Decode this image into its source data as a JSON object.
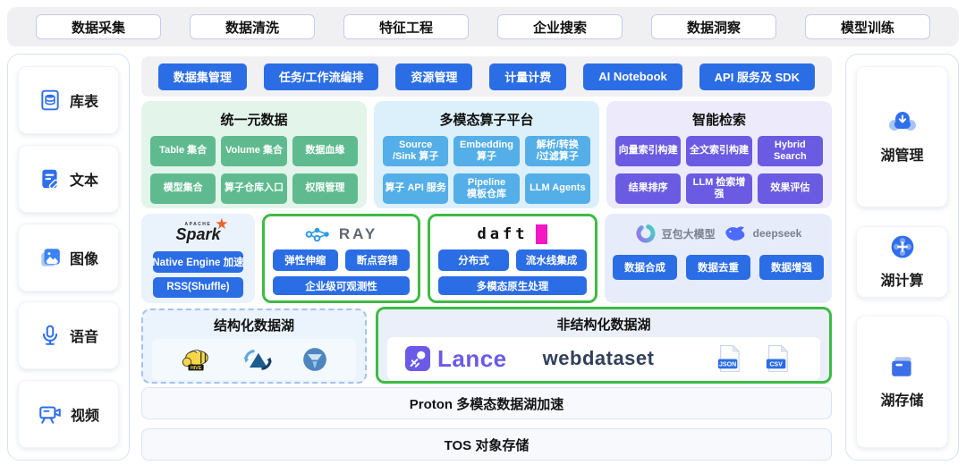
{
  "top_tabs": {
    "items": [
      "数据采集",
      "数据清洗",
      "特征工程",
      "企业搜索",
      "数据洞察",
      "模型训练"
    ]
  },
  "left_sidebar": {
    "items": [
      {
        "label": "库表",
        "icon": "database-document-icon"
      },
      {
        "label": "文本",
        "icon": "text-document-icon"
      },
      {
        "label": "图像",
        "icon": "image-icon"
      },
      {
        "label": "语音",
        "icon": "microphone-icon"
      },
      {
        "label": "视频",
        "icon": "video-camera-icon"
      }
    ]
  },
  "right_sidebar": {
    "items": [
      {
        "label": "湖管理",
        "icon": "lake-management-icon"
      },
      {
        "label": "湖计算",
        "icon": "lake-compute-icon"
      },
      {
        "label": "湖存储",
        "icon": "lake-storage-icon"
      }
    ]
  },
  "services": {
    "items": [
      "数据集管理",
      "任务/工作流编排",
      "资源管理",
      "计量计费",
      "AI Notebook",
      "API 服务及 SDK"
    ]
  },
  "panels": {
    "metadata": {
      "title": "统一元数据",
      "buttons": [
        "Table 集合",
        "Volume 集合",
        "数据血缘",
        "模型集合",
        "算子仓库入口",
        "权限管理"
      ]
    },
    "operators": {
      "title": "多模态算子平台",
      "buttons": [
        "Source\n/Sink 算子",
        "Embedding\n算子",
        "解析/转换\n/过滤算子",
        "算子 API 服务",
        "Pipeline\n模板仓库",
        "LLM Agents"
      ]
    },
    "search": {
      "title": "智能检索",
      "buttons": [
        "向量索引构建",
        "全文索引构建",
        "Hybrid Search",
        "结果排序",
        "LLM 检索增强",
        "效果评估"
      ]
    }
  },
  "engines": {
    "spark": {
      "apache_label": "APACHE",
      "name": "Spark",
      "buttons": [
        "Native Engine 加速",
        "RSS(Shuffle)"
      ]
    },
    "ray": {
      "name": "RAY",
      "buttons": [
        "弹性伸缩",
        "断点容错",
        "企业级可观测性"
      ]
    },
    "daft": {
      "name": "daft",
      "buttons": [
        "分布式",
        "流水线集成",
        "多模态原生处理"
      ]
    },
    "models": {
      "logos": [
        {
          "label": "豆包大模型",
          "icon": "doubao-logo"
        },
        {
          "label": "deepseek",
          "icon": "deepseek-whale-logo"
        }
      ],
      "buttons": [
        "数据合成",
        "数据去重",
        "数据增强"
      ]
    }
  },
  "lakes": {
    "structured": {
      "title": "结构化数据湖",
      "icons": [
        "hive-logo",
        "hudi-logo",
        "lake-format-globe-logo"
      ]
    },
    "unstructured": {
      "title": "非结构化数据湖",
      "lance": "Lance",
      "webdataset": "webdataset",
      "badges": [
        "JSON",
        "CSV"
      ]
    }
  },
  "bars": {
    "proton": "Proton 多模态数据湖加速",
    "tos": "TOS 对象存储"
  },
  "colors": {
    "primary_blue": "#2B6DE5",
    "light_blue_chip": "#54AEE7",
    "green_chip": "#5FBB8F",
    "purple_chip": "#6A5BE2",
    "highlight_green_border": "#3EBB44",
    "lance_purple": "#6B5AE8",
    "daft_magenta": "#F318C3",
    "spark_orange": "#E8622C"
  }
}
